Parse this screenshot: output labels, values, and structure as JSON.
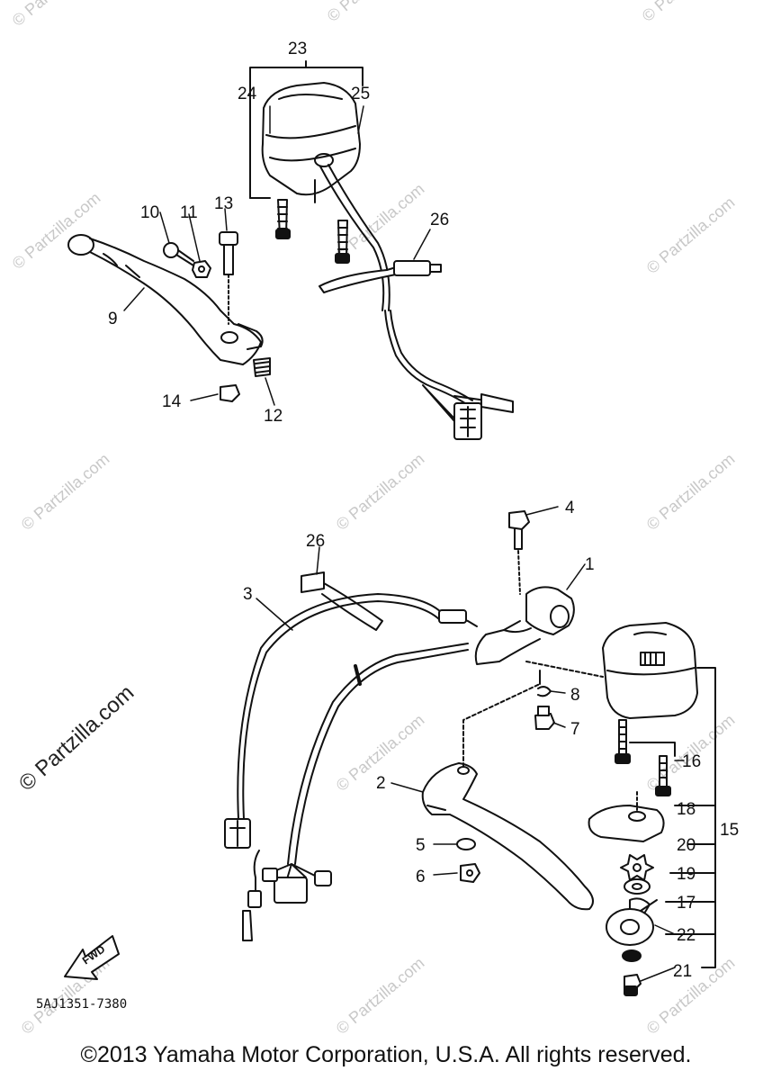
{
  "watermark": {
    "text": "© Partzilla.com",
    "color": "#c8c8c8"
  },
  "callouts": {
    "c1": "1",
    "c2": "2",
    "c3": "3",
    "c4": "4",
    "c5": "5",
    "c6": "6",
    "c7": "7",
    "c8": "8",
    "c9": "9",
    "c10": "10",
    "c11": "11",
    "c12": "12",
    "c13": "13",
    "c14": "14",
    "c15": "15",
    "c16": "16",
    "c17": "17",
    "c18": "18",
    "c19": "19",
    "c20": "20",
    "c21": "21",
    "c22": "22",
    "c23": "23",
    "c24": "24",
    "c25": "25",
    "c26a": "26",
    "c26b": "26"
  },
  "fwd_label": "FWD",
  "part_code": "5AJ1351-7380",
  "copyright": "©2013 Yamaha Motor Corporation, U.S.A. All rights reserved."
}
